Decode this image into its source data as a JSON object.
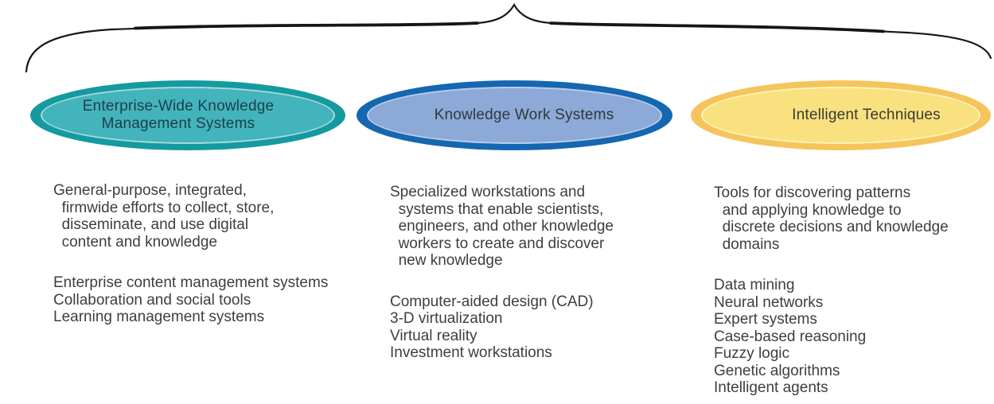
{
  "figure": {
    "brace": {
      "color": "#151515"
    },
    "columns": [
      {
        "title": "Enterprise-Wide Knowledge\nManagement Systems",
        "ellipse": {
          "border": "#159a9f",
          "fill": "#43b4bb",
          "inner_stroke": "#a7d9dc",
          "title_color": "#1d3e4e"
        },
        "description": "General-purpose, integrated,\n  firmwide efforts to collect, store,\n  disseminate, and use digital\n  content and knowledge",
        "items": [
          "Enterprise content management systems",
          "Collaboration and social tools",
          "Learning management systems"
        ]
      },
      {
        "title": "Knowledge Work Systems",
        "ellipse": {
          "border": "#1467b0",
          "fill": "#8ca9d7",
          "inner_stroke": "#bccbe9",
          "title_color": "#30383f"
        },
        "description": "Specialized workstations and\n  systems that enable scientists,\n  engineers, and other knowledge\n  workers to create and discover\n  new knowledge",
        "items": [
          "Computer-aided design (CAD)",
          "3-D virtualization",
          "Virtual reality",
          "Investment workstations"
        ]
      },
      {
        "title": "Intelligent Techniques",
        "ellipse": {
          "border": "#f5c45c",
          "fill": "#f9e180",
          "inner_stroke": "#fdf3bb",
          "title_color": "#3a3a35"
        },
        "description": "Tools for discovering patterns\n  and applying knowledge to\n  discrete decisions and knowledge\n  domains",
        "items": [
          "Data mining",
          "Neural networks",
          "Expert systems",
          "Case-based reasoning",
          "Fuzzy logic",
          "Genetic algorithms",
          "Intelligent agents"
        ]
      }
    ]
  }
}
